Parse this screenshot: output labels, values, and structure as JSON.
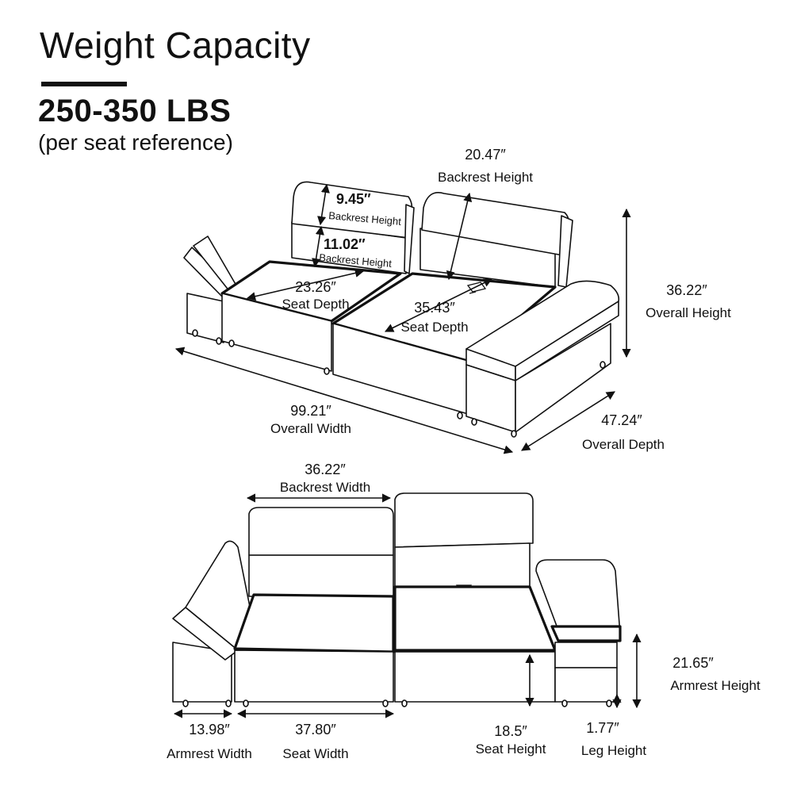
{
  "header": {
    "title": "Weight Capacity",
    "value": "250-350 LBS",
    "note": "(per seat reference)"
  },
  "dimensions": {
    "headrest_height": {
      "value": "9.45″",
      "label": "Backrest Height"
    },
    "backrest_lower_height": {
      "value": "11.02″",
      "label": "Backrest Height"
    },
    "backrest_height": {
      "value": "20.47″",
      "label": "Backrest Height"
    },
    "seat_depth_closed": {
      "value": "23.26″",
      "label": "Seat Depth"
    },
    "seat_depth_extended": {
      "value": "35.43″",
      "label": "Seat Depth"
    },
    "overall_height": {
      "value": "36.22″",
      "label": "Overall  Height"
    },
    "overall_width": {
      "value": "99.21″",
      "label": "Overall Width"
    },
    "overall_depth": {
      "value": "47.24″",
      "label": "Overall Depth"
    },
    "backrest_width": {
      "value": "36.22″",
      "label": "Backrest Width"
    },
    "armrest_height": {
      "value": "21.65″",
      "label": "Armrest  Height"
    },
    "armrest_width": {
      "value": "13.98″",
      "label": "Armrest Width"
    },
    "seat_width": {
      "value": "37.80″",
      "label": "Seat Width"
    },
    "seat_height": {
      "value": "18.5″",
      "label": "Seat Height"
    },
    "leg_height": {
      "value": "1.77″",
      "label": "Leg Height"
    }
  },
  "colors": {
    "ink": "#111111",
    "background": "#ffffff"
  }
}
